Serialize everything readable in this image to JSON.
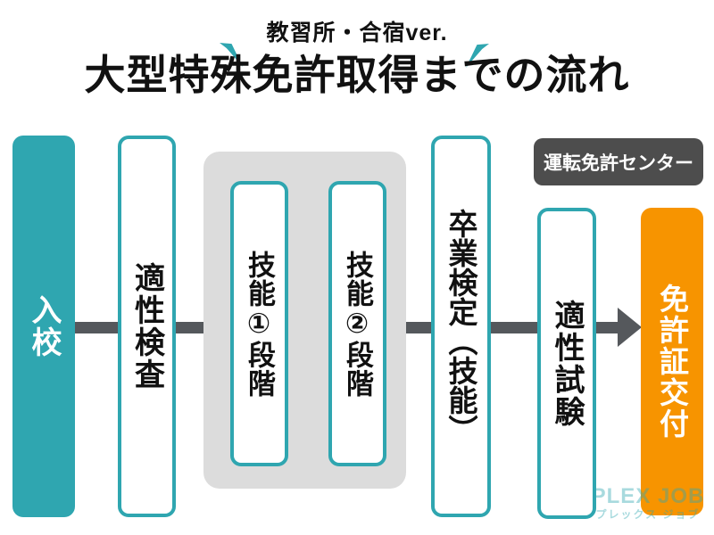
{
  "header": {
    "subtitle": "教習所・合宿ver.",
    "title": "大型特殊免許取得までの流れ"
  },
  "flow": {
    "location_badge": "運転免許センター",
    "steps": [
      {
        "id": "entry",
        "label": "入校",
        "style": "teal-filled"
      },
      {
        "id": "aptitude-check",
        "label": "適性検査",
        "style": "outline"
      },
      {
        "id": "skill-stage-1",
        "label": "技能①段階",
        "style": "outline"
      },
      {
        "id": "skill-stage-2",
        "label": "技能②段階",
        "style": "outline"
      },
      {
        "id": "graduation-exam",
        "label": "卒業検定（技能）",
        "style": "outline"
      },
      {
        "id": "aptitude-test",
        "label": "適性試験",
        "style": "outline"
      },
      {
        "id": "license-issue",
        "label": "免許証交付",
        "style": "orange-filled"
      }
    ]
  },
  "footer": {
    "brand": "PLEX JOB",
    "brand_kana": "プレックス ジョブ"
  },
  "colors": {
    "teal": "#2fa6b0",
    "orange": "#f79400",
    "dark_gray": "#4d4d4d",
    "line_gray": "#55585c",
    "container_gray": "#dcdcdc",
    "text_black": "#111111"
  }
}
